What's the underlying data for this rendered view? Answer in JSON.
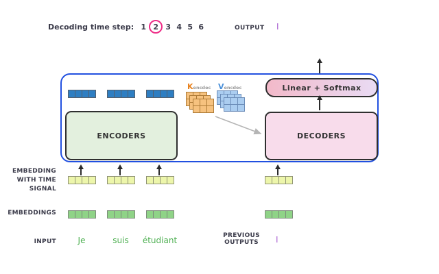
{
  "colors": {
    "accent_blue_border": "#2150e0",
    "bar_blue": "#2e7ec2",
    "bar_yellow": "#edf6ab",
    "bar_green": "#8fd387",
    "encoders_fill": "#e3f0de",
    "decoders_fill": "#f8dceb",
    "pill_gradient_left": "#f2b9c9",
    "pill_gradient_right": "#e9dbf4",
    "k_label": "#e8821e",
    "v_label": "#4a90d9",
    "k_matrix_fill": "#f6c27f",
    "k_matrix_border": "#ad7a36",
    "v_matrix_fill": "#abcdf0",
    "v_matrix_border": "#6b8cb8",
    "circle_pink": "#ee2d87",
    "purple_token": "#a85fd0",
    "input_green": "#4caf50",
    "text_dark": "#3b3b4a",
    "arrow_gray": "#b5b5b5"
  },
  "header": {
    "decoding_label": "Decoding time step:",
    "steps": [
      "1",
      "2",
      "3",
      "4",
      "5",
      "6"
    ],
    "circled_step": "2",
    "output_label": "OUTPUT",
    "output_token": "I"
  },
  "diagram": {
    "encoders_label": "ENCODERS",
    "decoders_label": "DECODERS",
    "linear_softmax_label": "Linear + Softmax",
    "kv": {
      "k": "K",
      "v": "V",
      "sub": "encdec"
    },
    "bar_cells": 4,
    "matrix": {
      "layers": 3,
      "cols": 3,
      "rows": 2
    }
  },
  "io": {
    "time_signal_lines": [
      "EMBEDDING",
      "WITH TIME",
      "SIGNAL"
    ],
    "embeddings_label": "EMBEDDINGS",
    "input_label": "INPUT",
    "input_tokens": [
      "Je",
      "suis",
      "étudiant"
    ],
    "previous_outputs_lines": [
      "PREVIOUS",
      "OUTPUTS"
    ],
    "previous_output_token": "I"
  }
}
